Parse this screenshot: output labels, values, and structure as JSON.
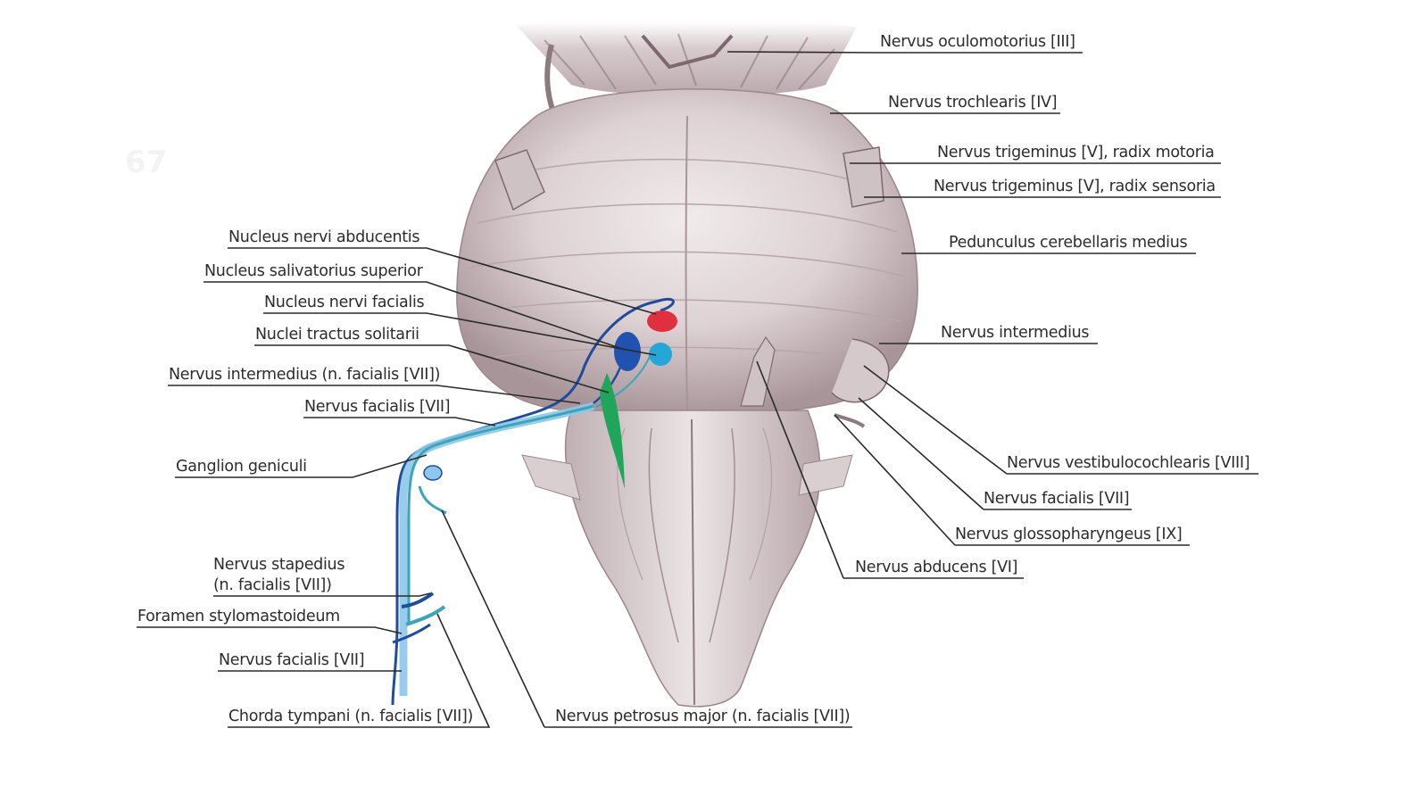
{
  "page_number": "67",
  "colors": {
    "leader": "#2a2a2a",
    "brainstem_light": "#e7dfe1",
    "brainstem_mid": "#c9b9bd",
    "brainstem_dark": "#7d6a6f",
    "nerve_dark_blue": "#1f4d9a",
    "nerve_light_blue": "#8ec7ea",
    "nerve_teal": "#3aa6b7",
    "nucleus_red": "#e0303f",
    "nucleus_blue": "#2252b0",
    "nucleus_cyan": "#25a6d8",
    "nucleus_green": "#1fa65a"
  },
  "labels_left": {
    "nucleus_abducentis": "Nucleus nervi abducentis",
    "nucleus_salivatorius": "Nucleus salivatorius superior",
    "nucleus_facialis": "Nucleus nervi facialis",
    "nuclei_tractus": "Nuclei tractus solitarii",
    "n_intermedius_vii": "Nervus intermedius (n. facialis [VII])",
    "n_facialis_upper": "Nervus facialis [VII]",
    "ganglion_geniculi": "Ganglion geniculi",
    "n_stapedius_line1": "Nervus stapedius",
    "n_stapedius_line2": "(n. facialis [VII])",
    "foramen_stylomastoideum": "Foramen stylomastoideum",
    "n_facialis_lower": "Nervus facialis [VII]",
    "chorda_tympani": "Chorda tympani (n. facialis [VII])"
  },
  "labels_right": {
    "n_oculomotorius": "Nervus oculomotorius [III]",
    "n_trochlearis": "Nervus trochlearis [IV]",
    "n_trigeminus_motoria": "Nervus trigeminus [V], radix motoria",
    "n_trigeminus_sensoria": "Nervus trigeminus [V], radix sensoria",
    "pedunculus": "Pedunculus cerebellaris medius",
    "n_intermedius": "Nervus intermedius",
    "n_vestibulocochlearis": "Nervus vestibulocochlearis [VIII]",
    "n_facialis_right": "Nervus facialis [VII]",
    "n_glossopharyngeus": "Nervus glossopharyngeus [IX]",
    "n_abducens": "Nervus abducens [VI]"
  },
  "labels_bottom": {
    "n_petrosus_major": "Nervus petrosus major (n. facialis [VII])"
  }
}
